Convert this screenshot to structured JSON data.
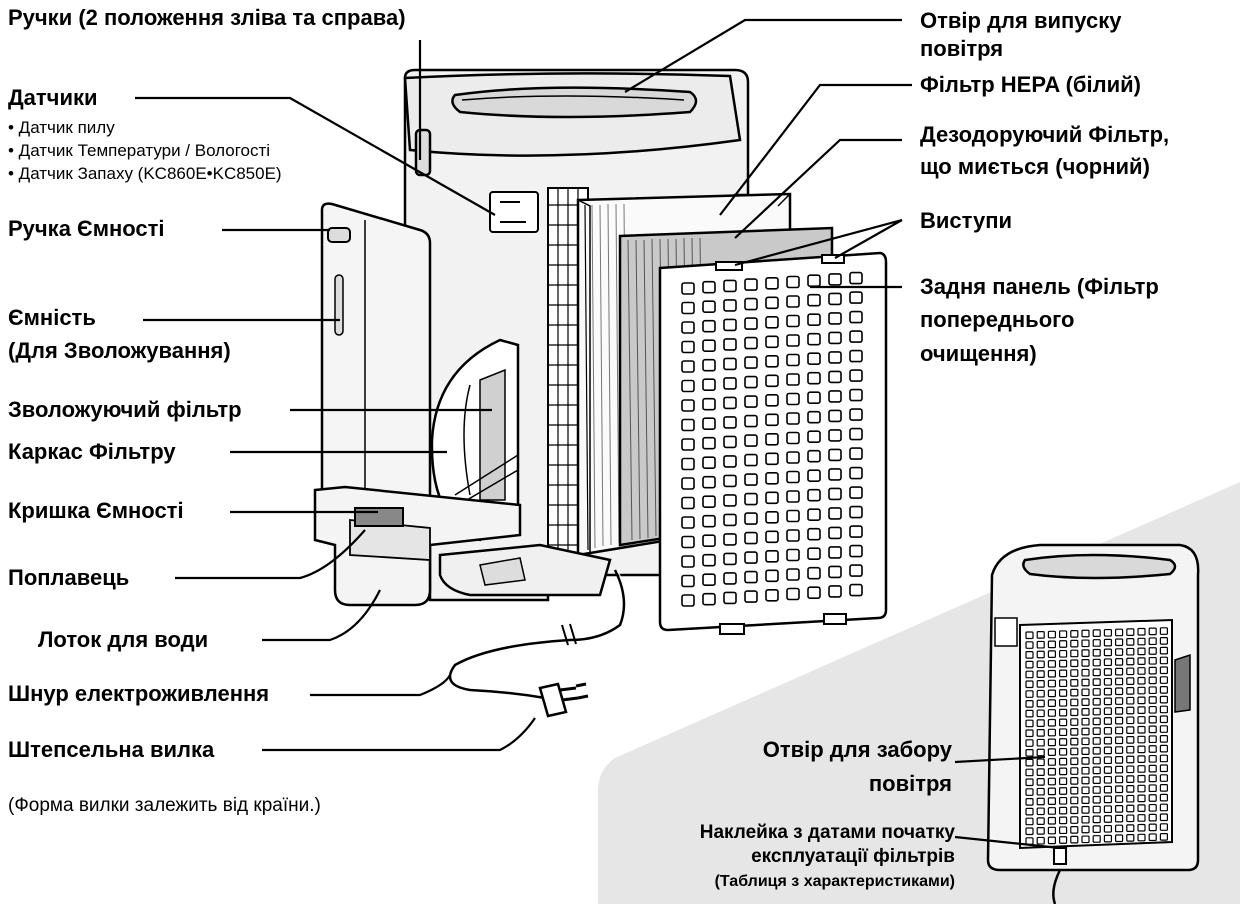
{
  "labels": {
    "handles": "Ручки (2 положення зліва та справа)",
    "sensors": "Датчики",
    "sensor_dust": "• Датчик пилу",
    "sensor_temp": "• Датчик Температури / Вологості",
    "sensor_odor": "• Датчик Запаху (KC860E•KC850E)",
    "tank_handle": "Ручка Ємності",
    "tank_line1": "Ємність",
    "tank_line2": "(Для Зволожування)",
    "humid_filter": "Зволожуючий фільтр",
    "filter_frame": "Каркас Фільтру",
    "tank_cap": "Кришка Ємності",
    "float": "Поплавець",
    "water_tray": "Лоток для води",
    "power_cord": "Шнур електроживлення",
    "plug": "Штепсельна вилка",
    "plug_note": "(Форма вилки залежить від країни.)",
    "outlet_line1": "Отвір для випуску",
    "outlet_line2": "повітря",
    "hepa": "Фільтр HEPA (білий)",
    "deod_line1": "Дезодоруючий Фільтр,",
    "deod_line2": "що миється (чорний)",
    "tabs": "Виступи",
    "back_line1": "Задня панель (Фільтр",
    "back_line2": "попереднього",
    "back_line3": "очищення)",
    "intake_line1": "Отвір для забору",
    "intake_line2": "повітря",
    "sticker_line1": "Наклейка з датами початку",
    "sticker_line2": "експлуатації фільтрів",
    "sticker_line3": "(Таблиця з характеристиками)"
  },
  "colors": {
    "inset_bg": "#e6e6e6",
    "line": "#000000",
    "device_fill": "#f2f2f2"
  }
}
